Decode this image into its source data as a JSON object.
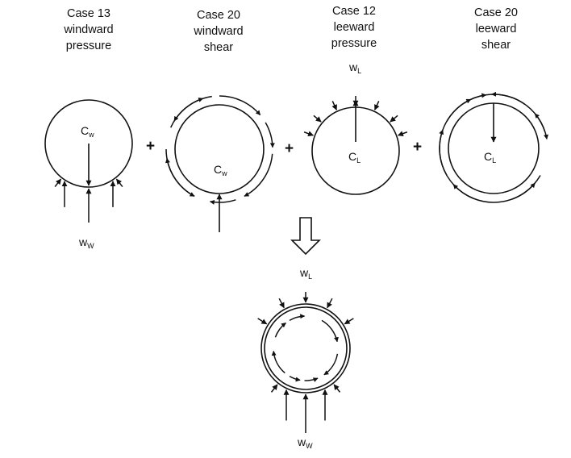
{
  "headers": [
    {
      "case": "Case 13",
      "side": "windward",
      "type": "pressure"
    },
    {
      "case": "Case 20",
      "side": "windward",
      "type": "shear"
    },
    {
      "case": "Case 12",
      "side": "leeward",
      "type": "pressure"
    },
    {
      "case": "Case 20",
      "side": "leeward",
      "type": "shear"
    }
  ],
  "labels": {
    "c_w_main": "C",
    "c_w_sub": "w",
    "c_l_main": "C",
    "c_l_sub": "L",
    "w_main": "w",
    "w_w_sub": "W",
    "w_l_sub": "L"
  },
  "operators": {
    "plus": "+"
  }
}
